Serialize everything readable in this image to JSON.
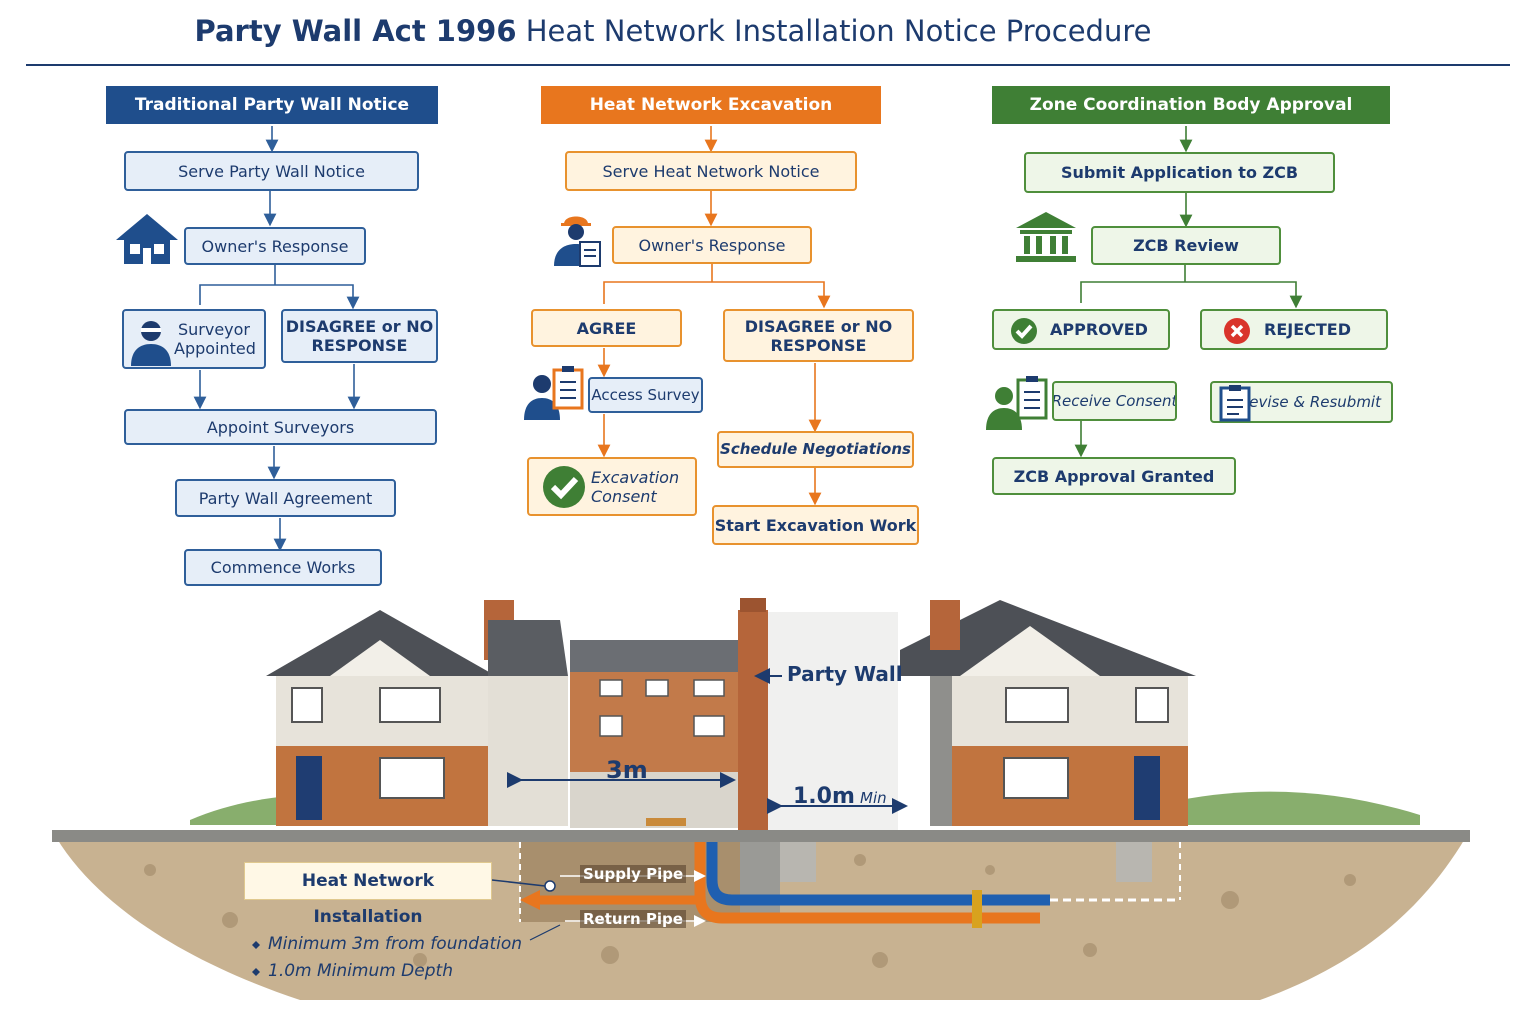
{
  "title": {
    "bold": "Party Wall Act 1996",
    "rest": "Heat Network Installation Notice Procedure"
  },
  "colors": {
    "blue": "#1f4e8c",
    "orange": "#e8761e",
    "green": "#3f7f35",
    "navy": "#1d3b6e"
  },
  "columns": {
    "traditional": {
      "header": "Traditional Party Wall Notice",
      "serve": "Serve Party Wall Notice",
      "response": "Owner's Response",
      "surveyor": "Surveyor Appointed",
      "disagree": "DISAGREE or NO RESPONSE",
      "appoint": "Appoint Surveyors",
      "agreement": "Party Wall Agreement",
      "commence": "Commence Works"
    },
    "heat": {
      "header": "Heat Network Excavation",
      "serve": "Serve Heat Network Notice",
      "response": "Owner's Response",
      "agree": "AGREE",
      "disagree": "DISAGREE or NO RESPONSE",
      "access": "Access Survey",
      "consent": "Excavation Consent",
      "negotiations": "Schedule Negotiations",
      "start": "Start Excavation Work"
    },
    "zcb": {
      "header": "Zone Coordination Body Approval",
      "submit": "Submit Application to ZCB",
      "review": "ZCB Review",
      "approved": "APPROVED",
      "rejected": "REJECTED",
      "receive": "Receive Consent",
      "revise": "Revise & Resubmit",
      "granted": "ZCB Approval Granted"
    }
  },
  "scene": {
    "party_wall": "Party Wall",
    "distance": "3m",
    "depth": "1.0m",
    "depth_suffix": "Min",
    "supply": "Supply Pipe",
    "return": "Return Pipe",
    "callout": "Heat Network Installation",
    "notes": [
      "Minimum 3m from foundation",
      "1.0m Minimum Depth"
    ]
  }
}
